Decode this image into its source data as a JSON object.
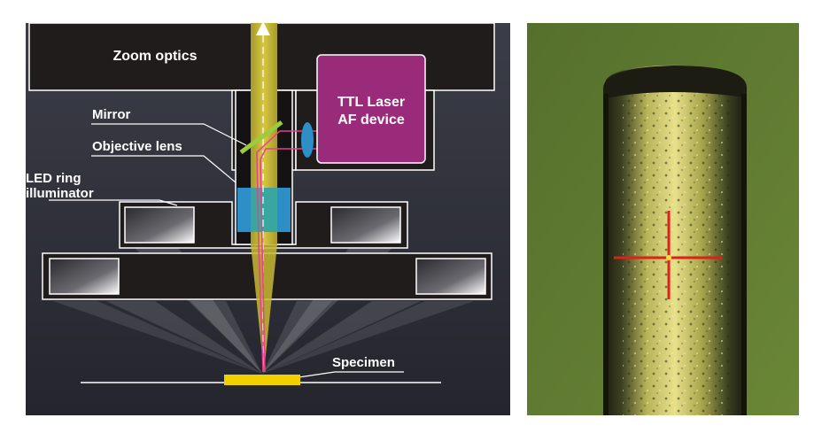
{
  "diagram": {
    "labels": {
      "zoom_optics": "Zoom optics",
      "ttl_line1": "TTL Laser",
      "ttl_line2": "AF device",
      "mirror": "Mirror",
      "objective_lens": "Objective lens",
      "led_line1": "LED ring",
      "led_line2": "illuminator",
      "specimen": "Specimen"
    },
    "colors": {
      "background": "#3a3c46",
      "housing": "#211c1c",
      "beam": "#c8b832",
      "ttl_device": "#9a2a7a",
      "lens_blue": "#2e8fc6",
      "laser": "#e8408a",
      "specimen": "#f2d000"
    }
  },
  "photo": {
    "reticle_color": "#e0201a",
    "background_color": "#5f7a30"
  }
}
